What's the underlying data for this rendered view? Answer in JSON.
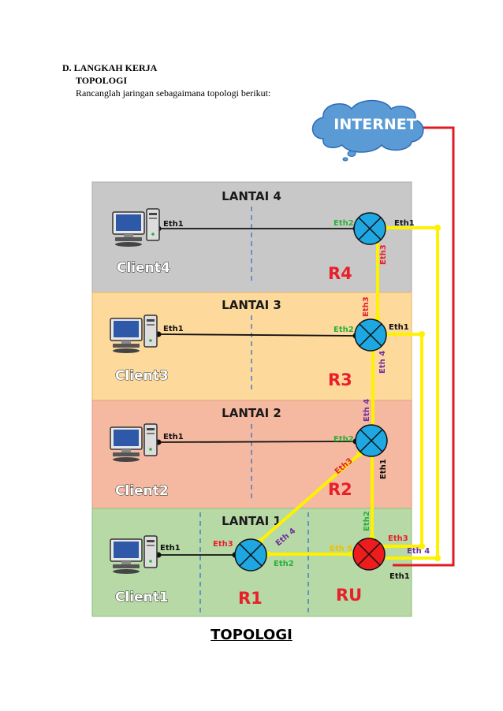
{
  "document": {
    "section": "D.   LANGKAH KERJA",
    "subheading": "TOPOLOGI",
    "instruction": "Rancanglah jaringan sebagaimana topologi berikut:",
    "caption": "TOPOLOGI"
  },
  "diagram": {
    "internet_label": "INTERNET",
    "floors": [
      {
        "name": "LANTAI 4",
        "color": "#c8c8c8"
      },
      {
        "name": "LANTAI 3",
        "color": "#fdd99b"
      },
      {
        "name": "LANTAI 2",
        "color": "#f4b9a0"
      },
      {
        "name": "LANTAI 1",
        "color": "#b7d9a6"
      }
    ],
    "clients": [
      "Client4",
      "Client3",
      "Client2",
      "Client1"
    ],
    "routers": [
      "R4",
      "R3",
      "R2",
      "R1",
      "RU"
    ],
    "ports": {
      "client_eth1": "Eth1",
      "r4_eth2": "Eth2",
      "r4_eth1": "Eth1",
      "r4_eth3": "Eth3",
      "r3_eth3": "Eth3",
      "r3_eth2": "Eth2",
      "r3_eth1": "Eth1",
      "r3_eth4": "Eth 4",
      "r2_eth4": "Eth 4",
      "r2_eth2": "Eth2",
      "r2_eth3": "Eth3",
      "r2_eth1": "Eth1",
      "r1_eth3": "Eth3",
      "r1_eth4": "Eth 4",
      "r1_eth2": "Eth2",
      "ru_eth2": "Eth2",
      "ru_eth5": "Eth 5",
      "ru_eth3": "Eth3",
      "ru_eth4": "Eth 4",
      "ru_eth1": "Eth1"
    },
    "colors": {
      "router_blue": "#1ea7e1",
      "router_red": "#ee1c1c",
      "trunk_yellow": "#fff200",
      "internet_red": "#e01b24",
      "cloud": "#5b9bd5",
      "port_green": "#2bb03a",
      "port_red": "#e8202a",
      "port_purple": "#7030a0",
      "port_yellow": "#f0c000"
    }
  }
}
